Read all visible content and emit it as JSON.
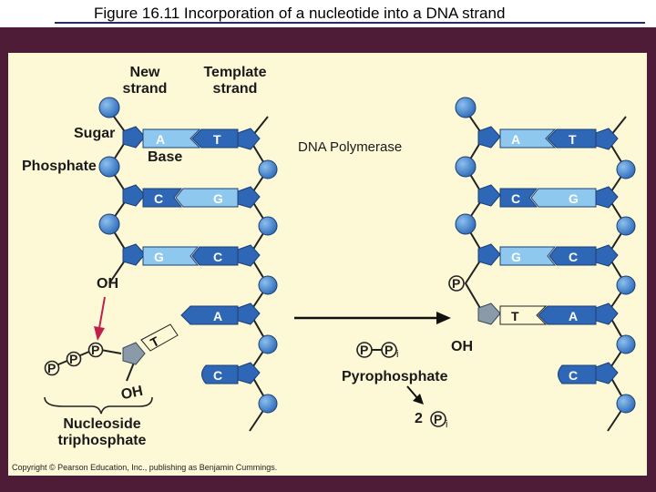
{
  "title": "Figure 16.11  Incorporation of a nucleotide into a DNA strand",
  "labels": {
    "new_strand": "New\nstrand",
    "template_strand": "Template\nstrand",
    "sugar": "Sugar",
    "phosphate": "Phosphate",
    "base": "Base",
    "oh_top": "OH",
    "oh_bottom": "OH",
    "nucleoside_triphosphate": "Nucleoside\ntriphosphate",
    "dna_polymerase": "DNA Polymerase",
    "pyrophosphate": "Pyrophosphate",
    "oh_right": "OH",
    "two_pi": "2"
  },
  "left_pairs": [
    {
      "new": "A",
      "template": "T"
    },
    {
      "new": "C",
      "template": "G"
    },
    {
      "new": "G",
      "template": "C"
    },
    {
      "new": "",
      "template": "A"
    },
    {
      "new": "",
      "template": "C"
    }
  ],
  "right_pairs": [
    {
      "new": "A",
      "template": "T"
    },
    {
      "new": "C",
      "template": "G"
    },
    {
      "new": "G",
      "template": "C"
    },
    {
      "new": "T",
      "template": "A"
    },
    {
      "new": "",
      "template": "C"
    }
  ],
  "incoming_nucleotide_base": "T",
  "phosphate_symbol": "P",
  "inorganic_subscript": "i",
  "copyright": "Copyright © Pearson Education, Inc., publishing as Benjamin Cummings.",
  "colors": {
    "background": "#4e1c36",
    "panel": "#fdf9d6",
    "sugar_blue": "#2f67b7",
    "phosphate_blue": "#4f8fd2",
    "light_base": "#8fc8ee",
    "dark_base": "#2f67b7",
    "arrow_red": "#c0204a",
    "incoming_gray": "#8a9aa8"
  }
}
